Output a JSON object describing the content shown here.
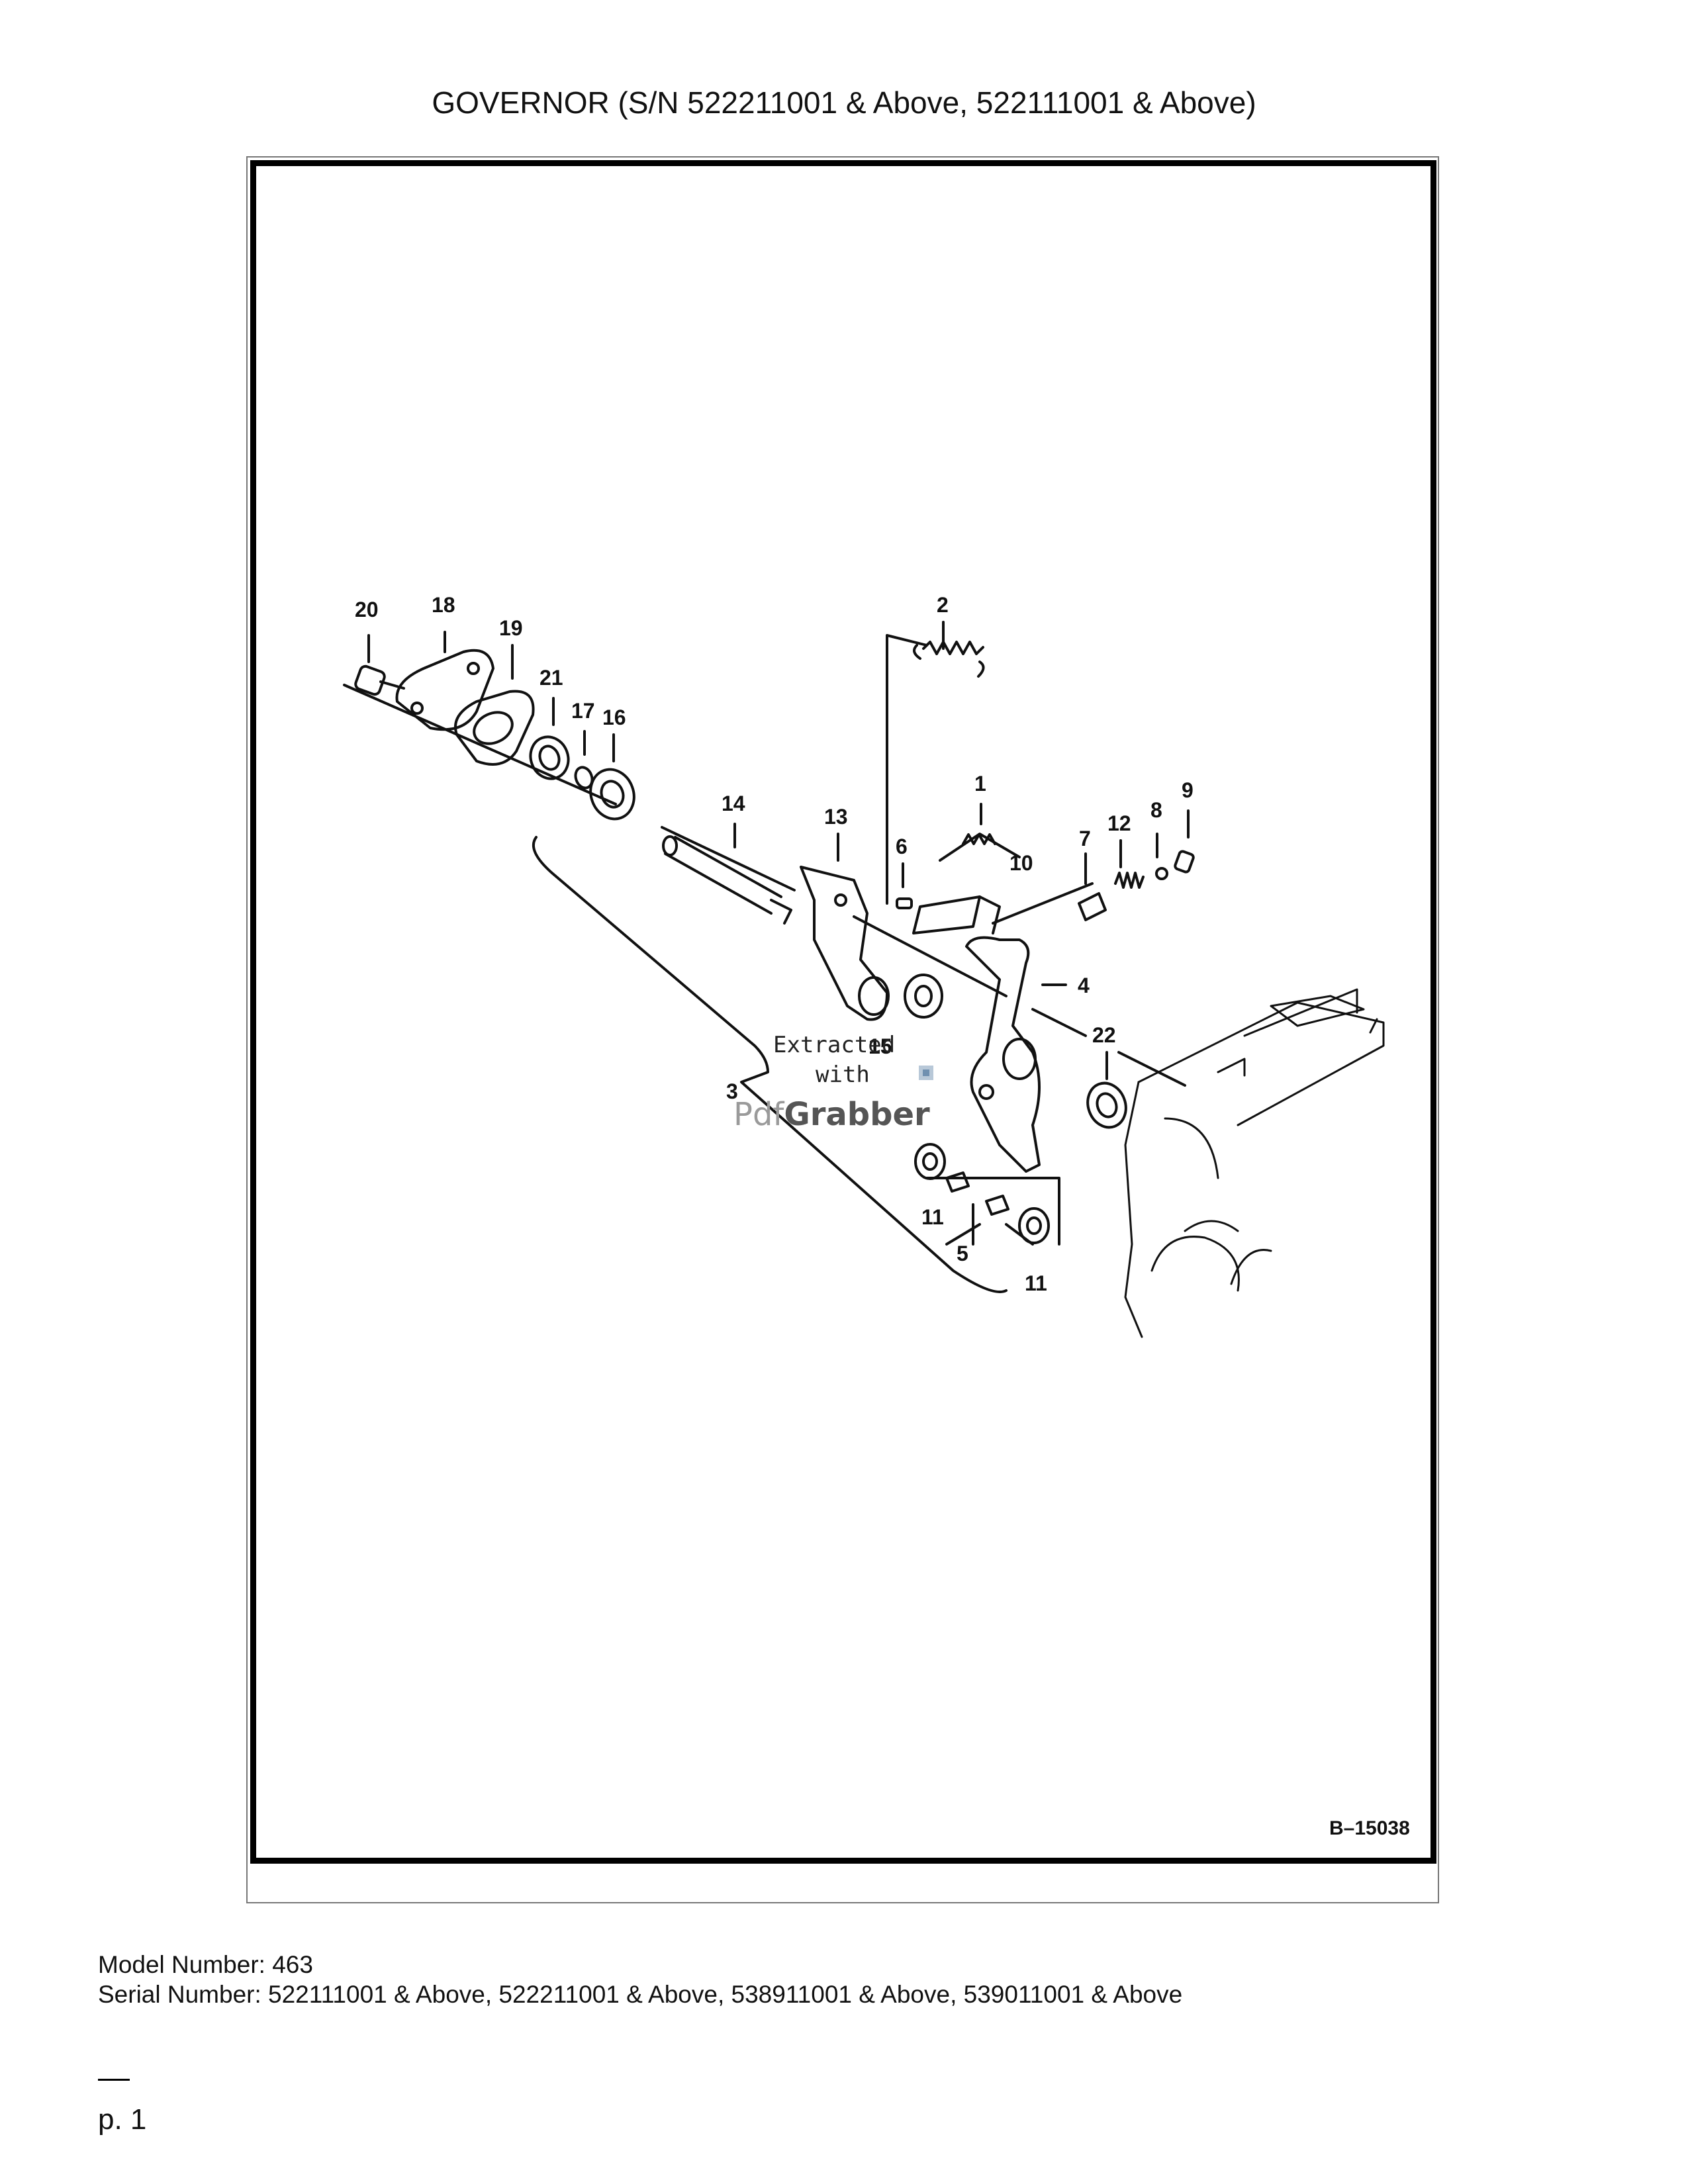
{
  "page": {
    "title": "GOVERNOR (S/N 522211001 & Above, 522111001 & Above)",
    "page_number": "p. 1"
  },
  "diagram": {
    "figure_code": "B–15038",
    "callouts": {
      "c1": "1",
      "c2": "2",
      "c3": "3",
      "c4": "4",
      "c5": "5",
      "c6": "6",
      "c7": "7",
      "c8": "8",
      "c9": "9",
      "c10": "10",
      "c11a": "11",
      "c11b": "11",
      "c12": "12",
      "c13": "13",
      "c14": "14",
      "c15": "15",
      "c16": "16",
      "c17": "17",
      "c18": "18",
      "c19": "19",
      "c20": "20",
      "c21": "21",
      "c22": "22"
    },
    "watermark": {
      "line1": "Extracted",
      "line2": "with",
      "brand_part1": "Pdf",
      "brand_part2": "Grabber"
    }
  },
  "footer": {
    "model_line": "Model Number: 463",
    "serial_line": "Serial Number: 522111001 & Above, 522211001 & Above, 538911001 & Above, 539011001 & Above"
  }
}
